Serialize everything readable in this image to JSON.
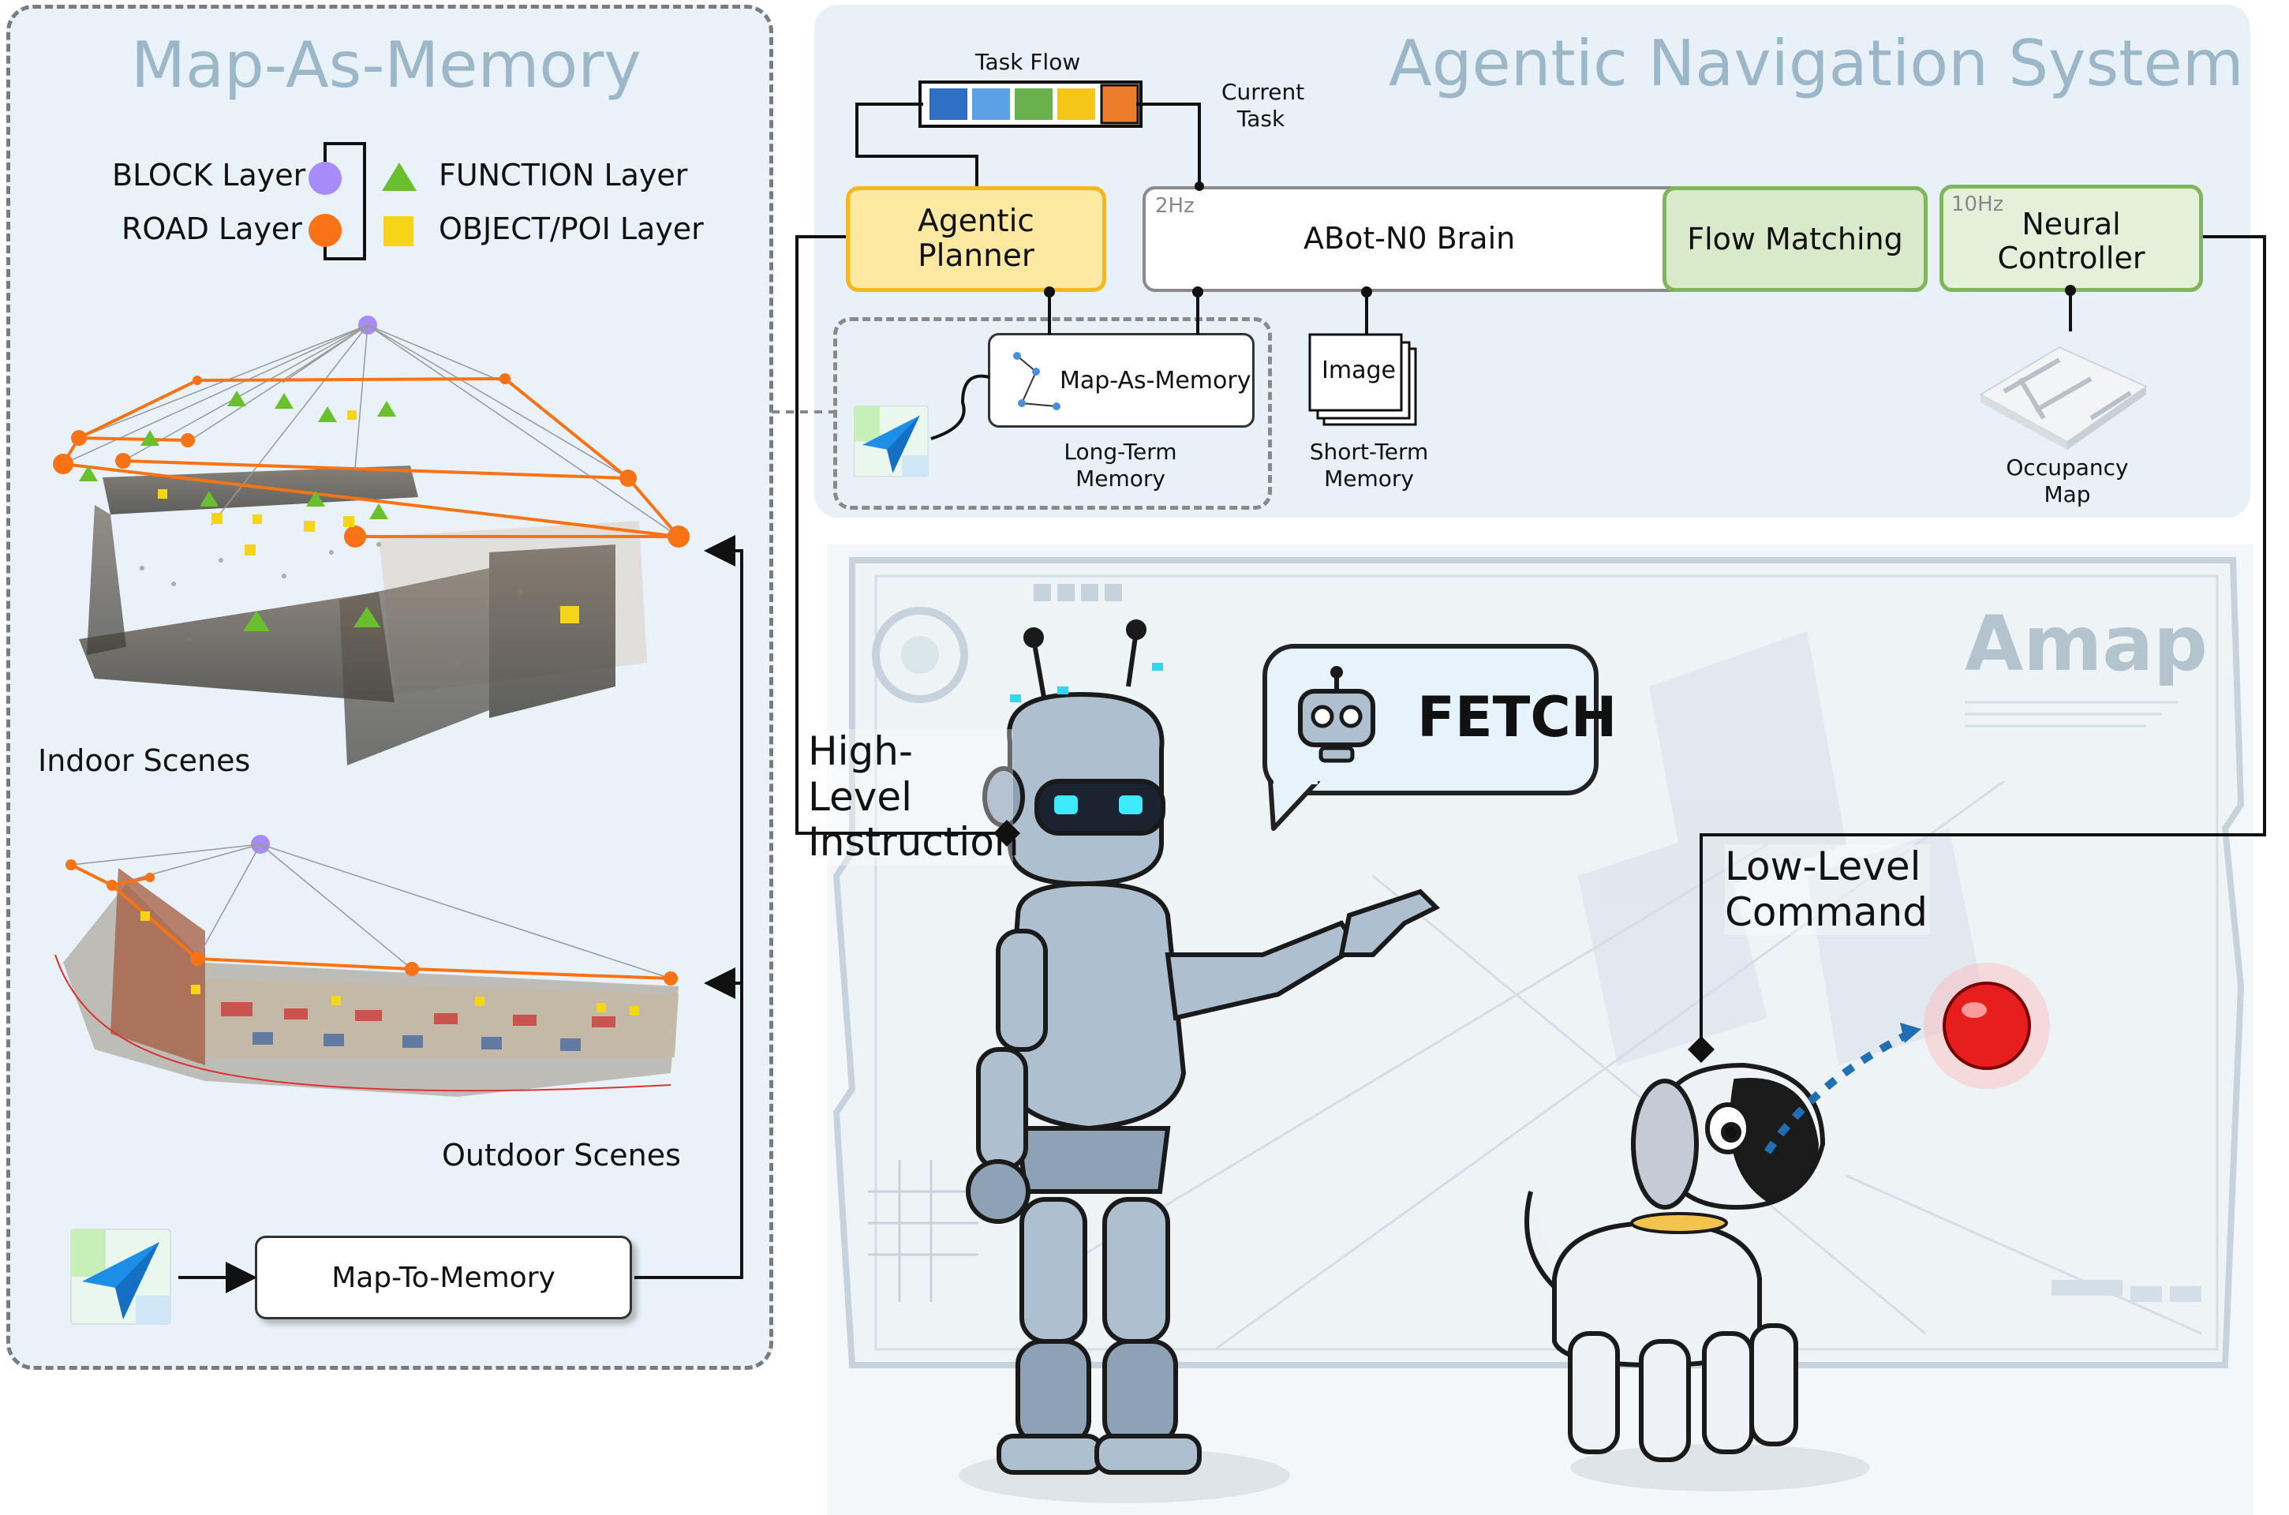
{
  "left_panel": {
    "title": "Map-As-Memory",
    "legend": {
      "block": "BLOCK Layer",
      "road": "ROAD Layer",
      "function": "FUNCTION Layer",
      "object_poi": "OBJECT/POI Layer"
    },
    "indoor_label": "Indoor Scenes",
    "outdoor_label": "Outdoor Scenes",
    "map_to_memory": "Map-To-Memory"
  },
  "right_panel": {
    "title": "Agentic Navigation System",
    "task_flow": "Task Flow",
    "current_task": "Current Task",
    "agentic_planner": "Agentic Planner",
    "brain_rate": "2Hz",
    "brain": "ABot-N0 Brain",
    "flow_matching": "Flow Matching",
    "controller_rate": "10Hz",
    "neural_controller": "Neural Controller",
    "map_as_memory": "Map-As-Memory",
    "long_term_memory": "Long-Term Memory",
    "image": "Image",
    "short_term_memory": "Short-Term Memory",
    "occupancy_map": "Occupancy Map"
  },
  "scene": {
    "high_level": "High-Level Instruction",
    "low_level": "Low-Level Command",
    "speech": "FETCH",
    "backdrop_brand": "Amap"
  },
  "colors": {
    "block_layer": "#a78bfa",
    "road_layer": "#f97316",
    "function_layer": "#6abf2d",
    "object_layer": "#f6d418",
    "task_colors": [
      "#2f6fc4",
      "#5aa1e6",
      "#6ab04c",
      "#f5c518",
      "#ee7d2b"
    ]
  }
}
